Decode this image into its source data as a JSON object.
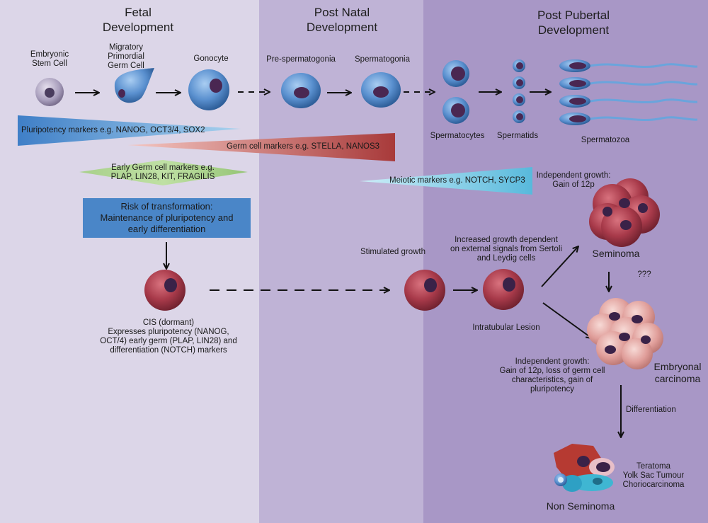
{
  "headers": {
    "fetal": [
      "Fetal",
      "Development"
    ],
    "post_natal": [
      "Post Natal",
      "Development"
    ],
    "post_pubertal": [
      "Post Pubertal",
      "Development"
    ]
  },
  "cells": {
    "embryonic": [
      "Embryonic",
      "Stem Cell"
    ],
    "migratory": [
      "Migratory",
      "Primordial",
      "Germ Cell"
    ],
    "gonocyte": "Gonocyte",
    "pre_spermatogonia": "Pre-spermatogonia",
    "spermatogonia": "Spermatogonia",
    "spermatocytes": "Spermatocytes",
    "spermatids": "Spermatids",
    "spermatozoa": "Spermatozoa"
  },
  "markers": {
    "pluripotency": "Pluripotency markers e.g. NANOG, OCT3/4, SOX2",
    "germ": "Germ cell markers e.g. STELLA, NANOS3",
    "early_germ": [
      "Early Germ cell markers e.g.",
      "PLAP, LIN28, KIT, FRAGILIS"
    ],
    "meiotic": "Meiotic markers e.g. NOTCH, SYCP3"
  },
  "risk": [
    "Risk of transformation:",
    "Maintenance of pluripotency and",
    "early differentiation"
  ],
  "cis": [
    "CIS (dormant)",
    "Expresses pluripotency (NANOG,",
    "OCT/4) early germ (PLAP, LIN28) and",
    "differentiation (NOTCH) markers"
  ],
  "stimulated": "Stimulated growth",
  "increased": [
    "Increased growth dependent",
    "on external signals from Sertoli",
    "and Leydig cells"
  ],
  "intratubular": "Intratubular Lesion",
  "indep1": [
    "Independent growth:",
    "Gain of 12p"
  ],
  "seminoma": "Seminoma",
  "qqq": "???",
  "embryonal": [
    "Embryonal",
    "carcinoma"
  ],
  "indep2": [
    "Independent growth:",
    "Gain of 12p, loss of germ cell",
    "characteristics, gain of",
    "pluripotency"
  ],
  "differentiation": "Differentiation",
  "tumours": [
    "Teratoma",
    "Yolk Sac Tumour",
    "Choriocarcinoma"
  ],
  "non_seminoma": "Non Seminoma",
  "colors": {
    "fetal_bg": "#dcd6e8",
    "post_natal_bg": "#bfb3d6",
    "post_pubertal_bg": "#a897c6",
    "blue_cell": "#5a90cf",
    "red_cell": "#a83a4a",
    "risk_box": "#4a86c8"
  }
}
